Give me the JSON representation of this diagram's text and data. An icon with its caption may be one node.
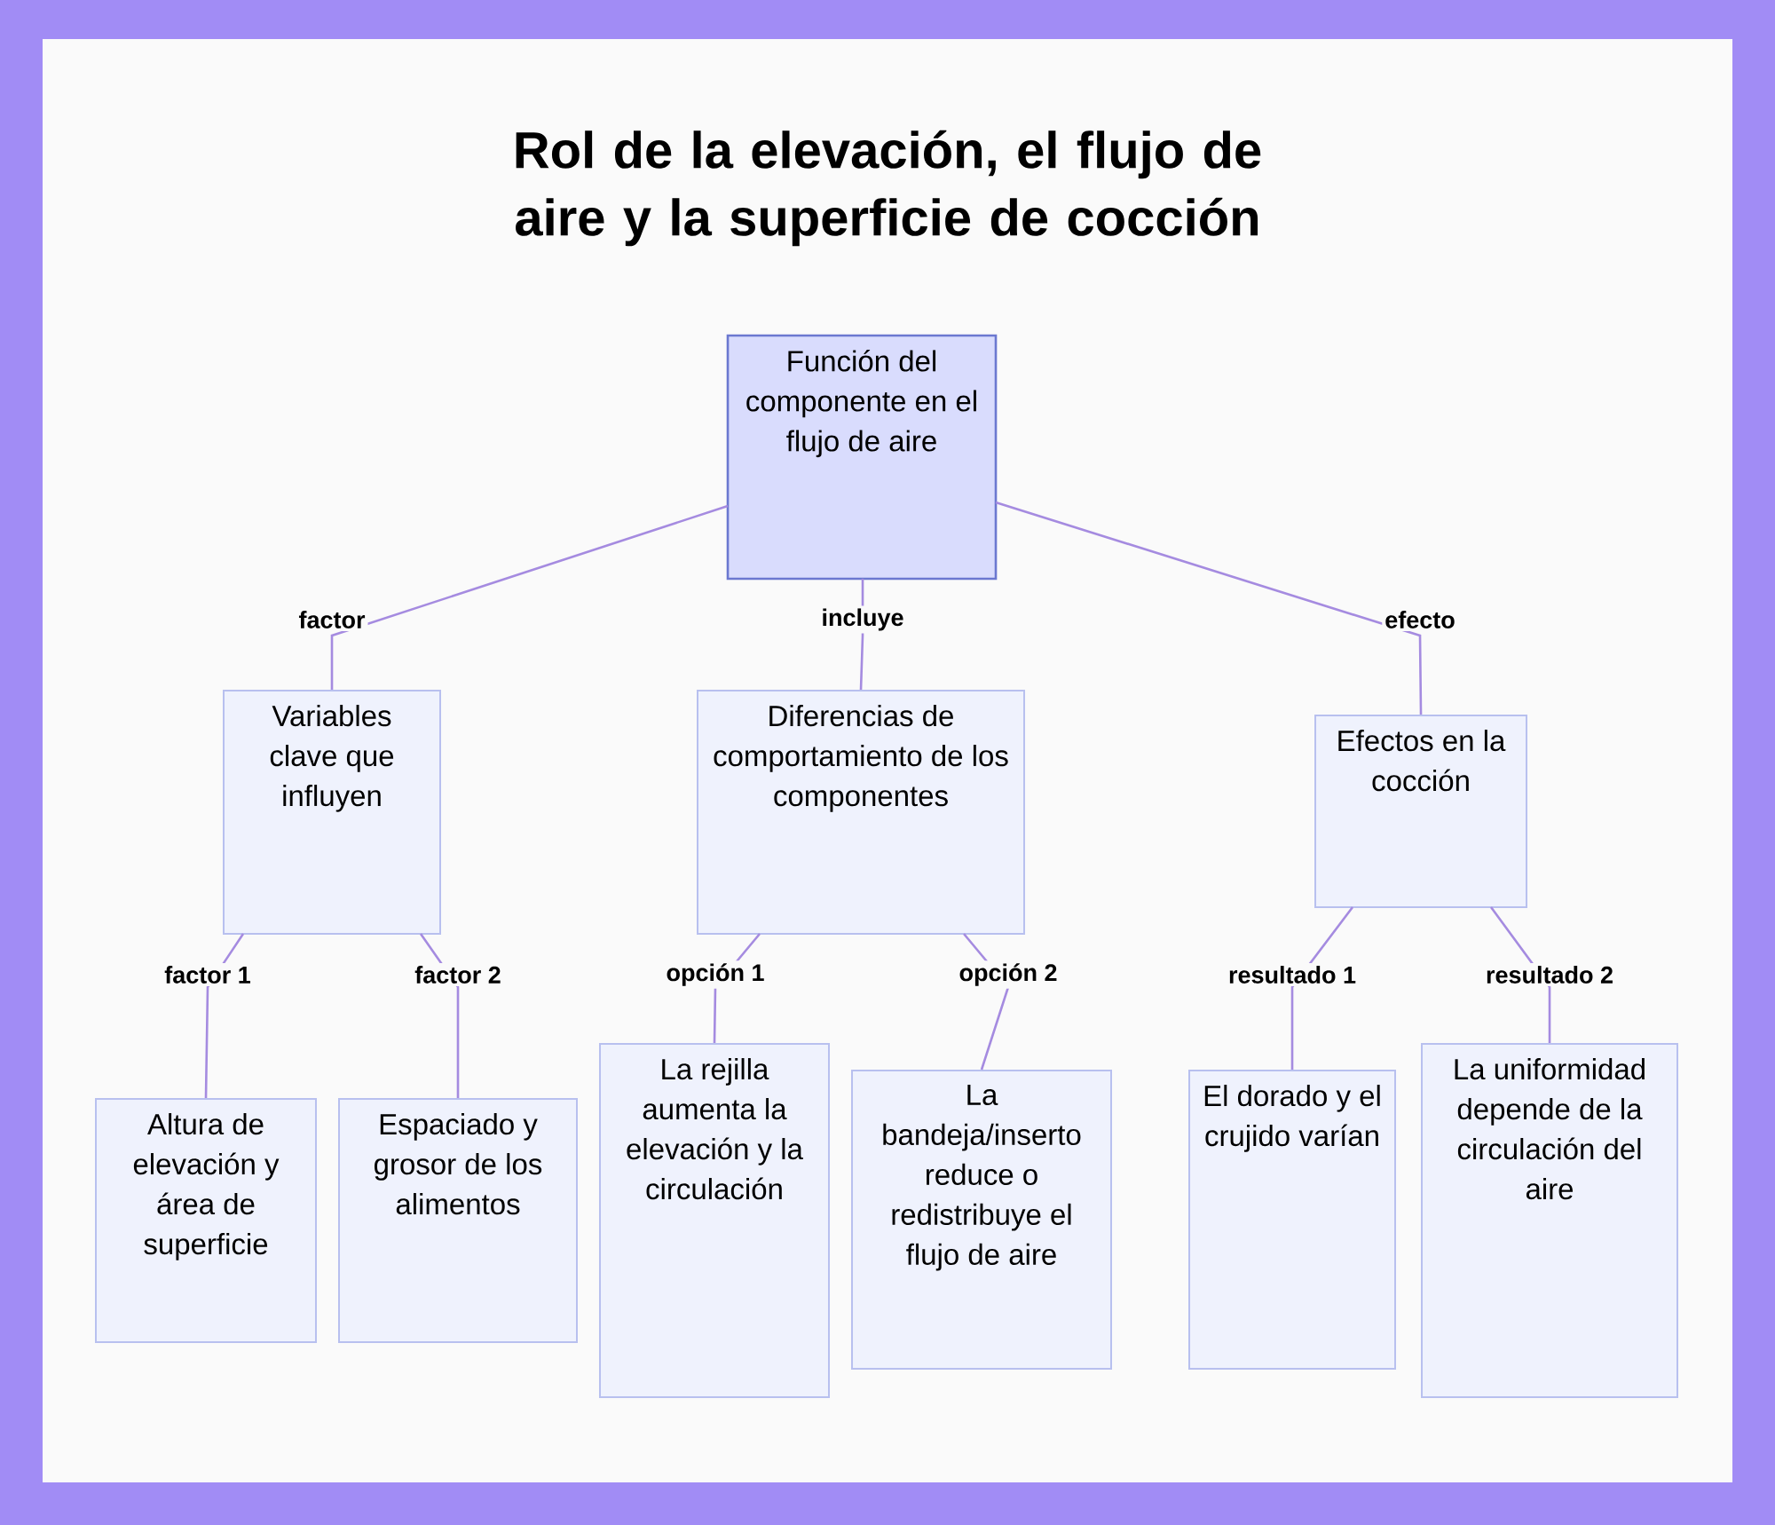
{
  "diagram": {
    "title": "Rol de la elevación, el flujo de aire y la superficie de cocción",
    "nodes": [
      {
        "text": [
          "Función del componente en el flujo de aire"
        ]
      },
      {
        "text": [
          "Variables clave que influyen"
        ]
      },
      {
        "text": [
          "Diferencias de comportamiento de los componentes"
        ]
      },
      {
        "text": [
          "Efectos en la cocción"
        ]
      },
      {
        "text": [
          "Altura de elevación y área de superficie"
        ]
      },
      {
        "text": [
          "Espaciado y grosor de los alimentos"
        ]
      },
      {
        "text": [
          "La rejilla aumenta la elevación y la circulación"
        ]
      },
      {
        "text": [
          "La bandeja/inserto reduce o redistribuye el flujo de aire"
        ]
      },
      {
        "text": [
          "El dorado y el crujido varían"
        ]
      },
      {
        "text": [
          "La uniformidad depende de la circulación del aire"
        ]
      }
    ],
    "edges": [
      {
        "from": 0,
        "to": 1,
        "arrow": "none",
        "label": "factor"
      },
      {
        "from": 0,
        "to": 2,
        "arrow": "none",
        "label": "incluye"
      },
      {
        "from": 0,
        "to": 3,
        "arrow": "none",
        "label": "efecto"
      },
      {
        "from": 1,
        "to": 4,
        "arrow": "none",
        "label": "factor 1"
      },
      {
        "from": 1,
        "to": 5,
        "arrow": "none",
        "label": "factor 2"
      },
      {
        "from": 2,
        "to": 6,
        "arrow": "none",
        "label": "opción 1"
      },
      {
        "from": 2,
        "to": 7,
        "arrow": "none",
        "label": "opción 2"
      },
      {
        "from": 3,
        "to": 8,
        "arrow": "none",
        "label": "resultado 1"
      },
      {
        "from": 3,
        "to": 9,
        "arrow": "none",
        "label": "resultado 2"
      }
    ]
  }
}
